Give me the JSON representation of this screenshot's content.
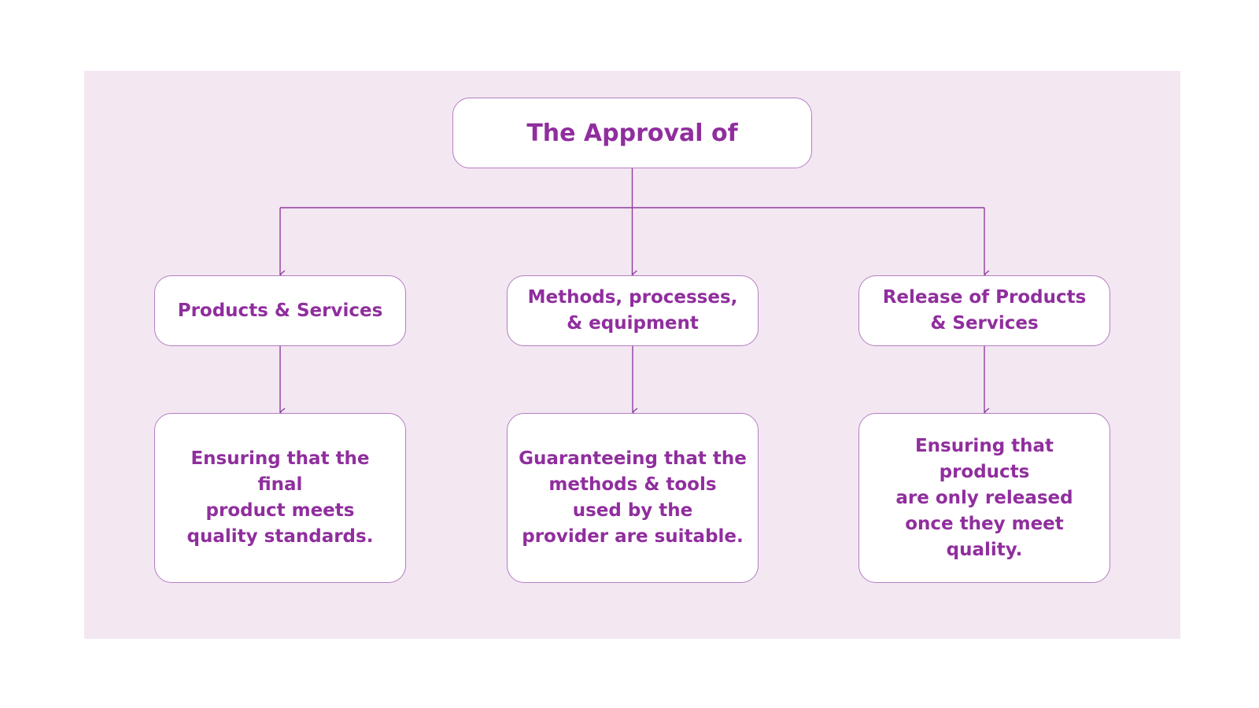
{
  "diagram": {
    "root": {
      "label": "The Approval of"
    },
    "branches": [
      {
        "label": "Products & Services",
        "description": "Ensuring that the final\nproduct meets\nquality standards."
      },
      {
        "label": "Methods, processes,\n& equipment",
        "description": "Guaranteeing that the\nmethods & tools\nused by the\nprovider are suitable."
      },
      {
        "label": "Release of Products\n& Services",
        "description": "Ensuring that products\nare only released\nonce they meet quality."
      }
    ]
  },
  "colors": {
    "background": "#f3e7f2",
    "box_border": "#b57ec2",
    "text": "#902e9e",
    "connector": "#8f3f9e"
  }
}
